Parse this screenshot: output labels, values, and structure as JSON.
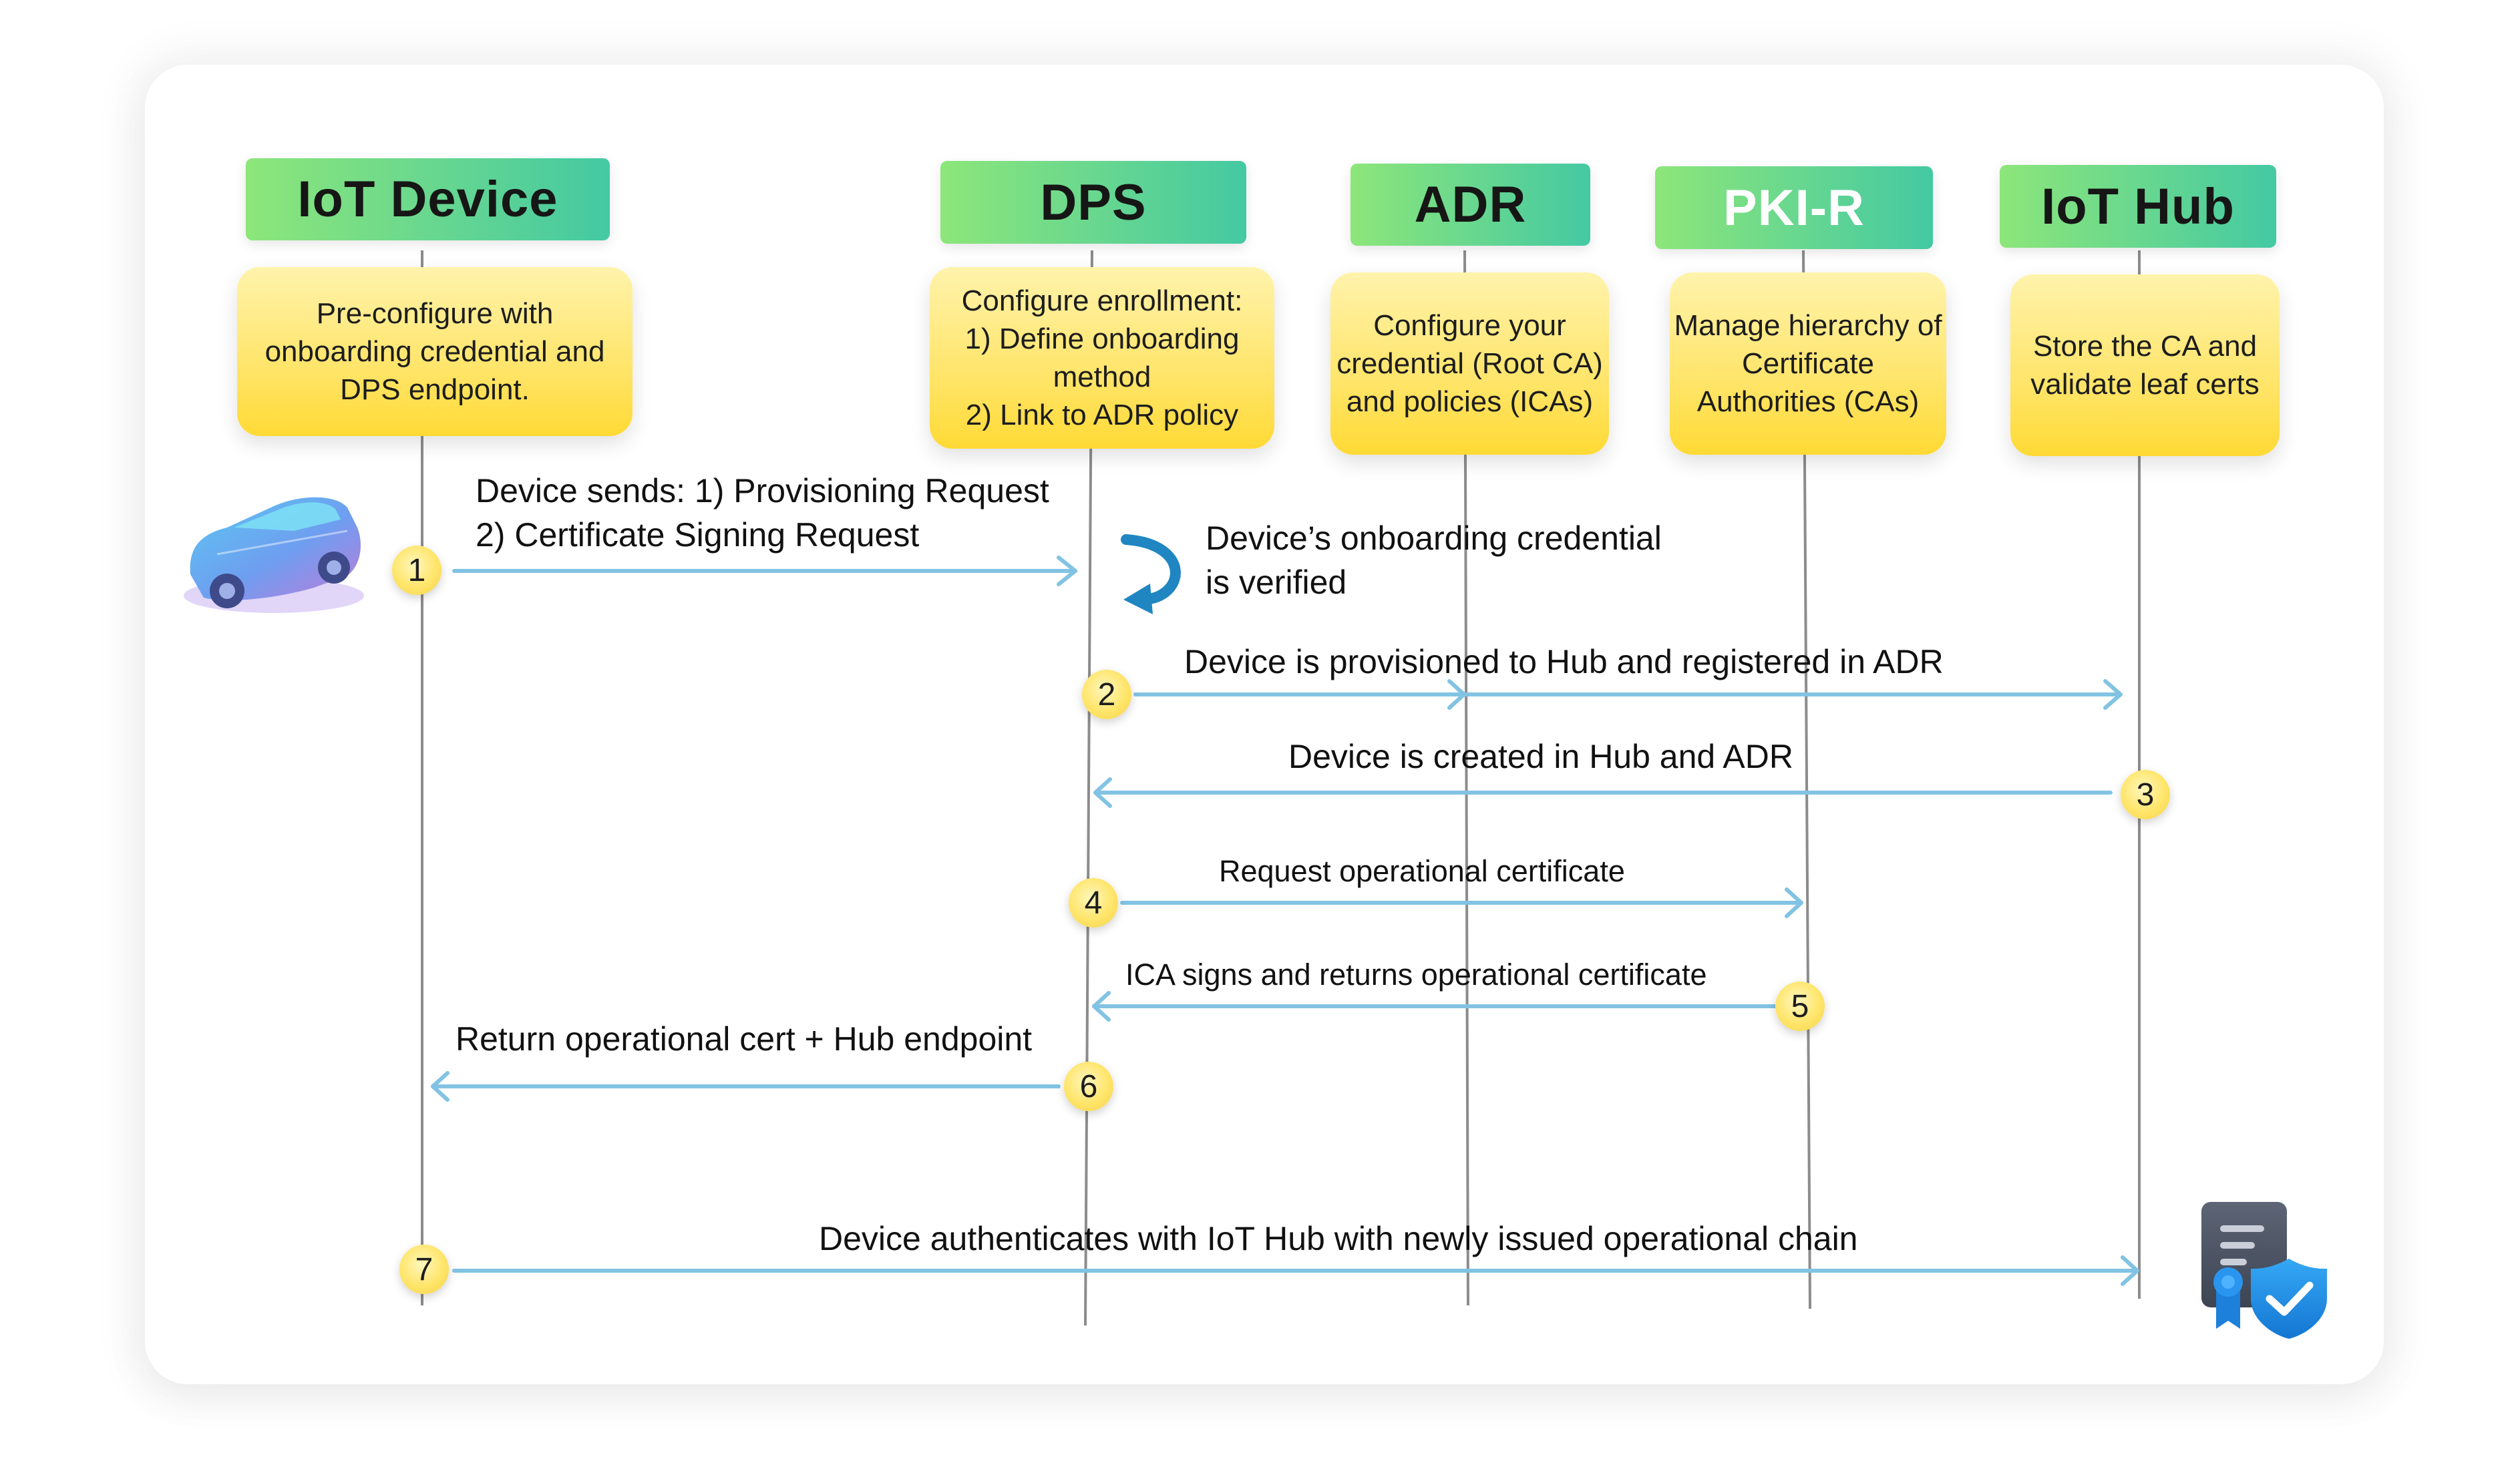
{
  "participants": {
    "iot_device": "IoT Device",
    "dps": "DPS",
    "adr": "ADR",
    "pkir": "PKI-R",
    "iot_hub": "IoT Hub"
  },
  "notes": {
    "iot_device": "Pre-configure with\nonboarding credential and\nDPS endpoint.",
    "dps": "Configure enrollment:\n1) Define onboarding\nmethod\n2) Link to ADR policy",
    "adr": "Configure your\ncredential (Root CA)\nand policies (ICAs)",
    "pkir": "Manage hierarchy of\nCertificate\nAuthorities (CAs)",
    "iot_hub": "Store the CA and\nvalidate leaf certs"
  },
  "steps": [
    {
      "number": "1",
      "label": "Device sends: 1) Provisioning Request\n        2) Certificate Signing Request"
    },
    {
      "number": "2",
      "label": "Device is provisioned to Hub and registered in ADR"
    },
    {
      "number": "3",
      "label": "Device is created in Hub and ADR"
    },
    {
      "number": "4",
      "label": "Request operational certificate"
    },
    {
      "number": "5",
      "label": "ICA signs and returns operational certificate"
    },
    {
      "number": "6",
      "label": "Return operational cert + Hub endpoint"
    },
    {
      "number": "7",
      "label": "Device authenticates with IoT Hub with newly issued operational chain"
    }
  ],
  "verification_note": "Device’s onboarding credential\nis verified",
  "icons": [
    "car-icon",
    "rotate-arrow-icon",
    "certificate-shield-icon"
  ],
  "colors": {
    "header_gradient_start": "#8de67a",
    "header_gradient_end": "#44c9a3",
    "note_yellow": "#ffe467",
    "arrow_blue": "#82c3e3",
    "lifeline_gray": "#8c8c8c",
    "badge_yellow": "#ffe56a"
  }
}
